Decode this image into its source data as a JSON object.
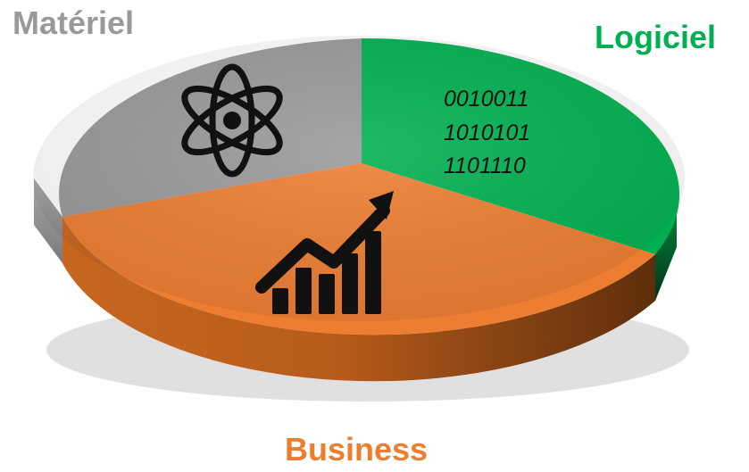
{
  "segments": [
    {
      "label": "Matériel",
      "color": "#999999",
      "icon": "atom-icon"
    },
    {
      "label": "Logiciel",
      "color": "#00B050",
      "icon": "binary-code",
      "binary_lines": [
        "0010011",
        "1010101",
        "1101110"
      ]
    },
    {
      "label": "Business",
      "color": "#ED7D31",
      "icon": "growth-chart-icon"
    }
  ]
}
